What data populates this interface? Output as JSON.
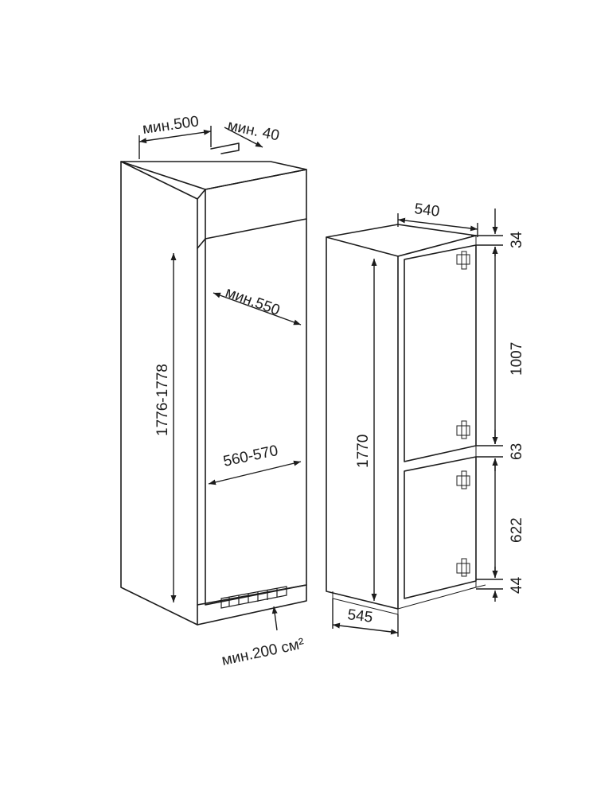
{
  "cabinet": {
    "depth_min": "мин.500",
    "top_gap_min": "мин. 40",
    "niche_height": "1776-1778",
    "niche_depth_min": "мин.550",
    "niche_width": "560-570",
    "vent_area_min": "мин.200 см²"
  },
  "appliance": {
    "width": "540",
    "depth": "545",
    "height": "1770",
    "top_offset": "34",
    "upper_door": "1007",
    "door_gap": "63",
    "lower_door": "622",
    "bottom_offset": "44"
  }
}
